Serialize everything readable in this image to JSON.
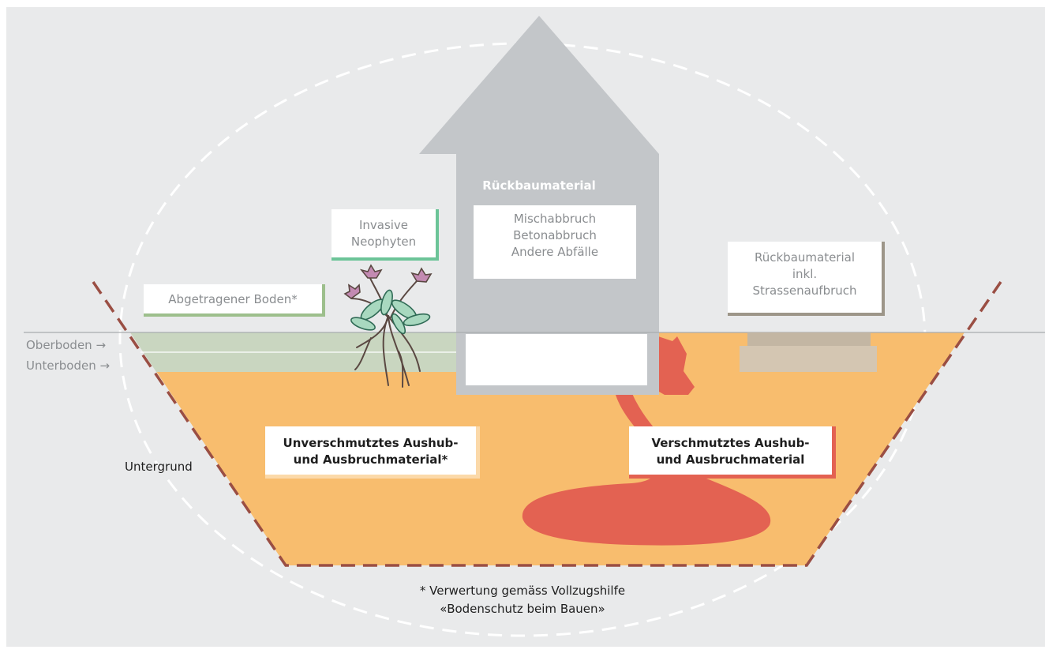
{
  "labels": {
    "rueckbau_title": "Rückbaumaterial",
    "rueckbau_box": [
      "Mischabbruch",
      "Betonabbruch",
      "Andere Abfälle"
    ],
    "neophyten": [
      "Invasive",
      "Neophyten"
    ],
    "abgetragener_boden": "Abgetragener Boden*",
    "strasse": [
      "Rückbaumaterial",
      "inkl.",
      "Strassenaufbruch"
    ],
    "oberboden": "Oberboden →",
    "unterboden": "Unterboden →",
    "untergrund": "Untergrund",
    "unverschmutzt": [
      "Unverschmutztes Aushub-",
      "und Ausbruchmaterial*"
    ],
    "verschmutzt": [
      "Verschmutztes Aushub-",
      "und Ausbruchmaterial"
    ],
    "footnote": [
      "* Verwertung gemäss Vollzugshilfe",
      "«Bodenschutz beim Bauen»"
    ]
  },
  "colors": {
    "background": "#e9eaeb",
    "excavation_clean": "#f8bd6e",
    "contamination": "#e36252",
    "soil_layers": "#c9d6c0",
    "soil_accent": "#9dbf8c",
    "building_arrow": "#c3c6c9",
    "road_material": "#d4c6b2",
    "pit_outline": "#9a4e43",
    "neophyten_accent": "#6cc498",
    "strasse_accent": "#9d9689",
    "unverschmutzt_accent": "#fbd9a9",
    "verschmutzt_accent": "#e36252"
  }
}
